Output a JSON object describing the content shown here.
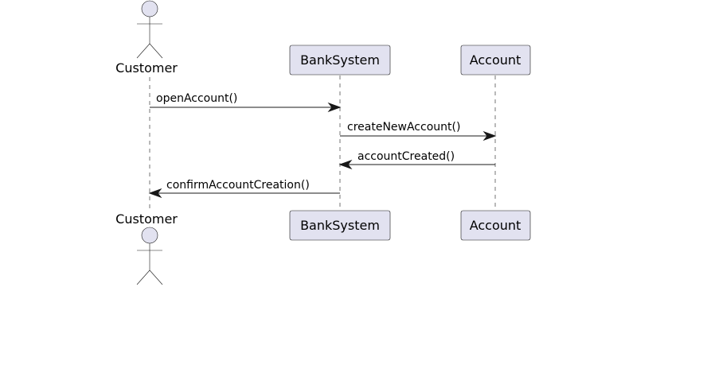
{
  "diagram": {
    "type": "sequence",
    "participants": [
      {
        "id": "customer",
        "kind": "actor",
        "label": "Customer"
      },
      {
        "id": "bank",
        "kind": "participant",
        "label": "BankSystem"
      },
      {
        "id": "account",
        "kind": "participant",
        "label": "Account"
      }
    ],
    "messages": [
      {
        "from": "customer",
        "to": "bank",
        "label": "openAccount()"
      },
      {
        "from": "bank",
        "to": "account",
        "label": "createNewAccount()"
      },
      {
        "from": "account",
        "to": "bank",
        "label": "accountCreated()"
      },
      {
        "from": "bank",
        "to": "customer",
        "label": "confirmAccountCreation()"
      }
    ],
    "colors": {
      "participant_fill": "#E2E2F0",
      "stroke": "#181818",
      "text": "#000000"
    }
  }
}
